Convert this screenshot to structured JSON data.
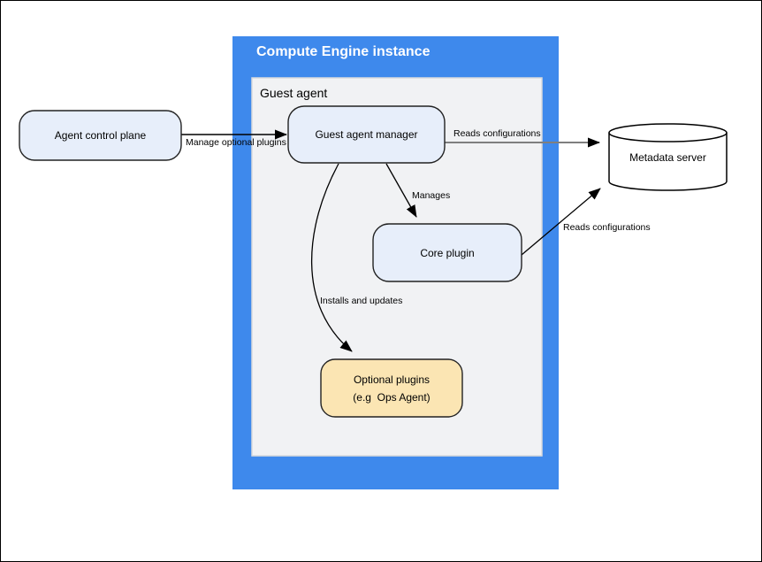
{
  "diagram": {
    "outer_container": {
      "label": "Compute Engine instance"
    },
    "inner_container": {
      "label": "Guest agent"
    },
    "nodes": {
      "agent_control_plane": {
        "label": "Agent control plane"
      },
      "guest_agent_manager": {
        "label": "Guest agent manager"
      },
      "core_plugin": {
        "label": "Core plugin"
      },
      "optional_plugins": {
        "label_line1": "Optional plugins",
        "label_line2": "(e.g  Ops Agent)"
      },
      "metadata_server": {
        "label": "Metadata server"
      }
    },
    "edges": {
      "manage_optional_plugins": {
        "label": "Manage optional plugins"
      },
      "reads_configurations_manager": {
        "label": "Reads configurations"
      },
      "manages": {
        "label": "Manages"
      },
      "installs_and_updates": {
        "label": "Installs and updates"
      },
      "reads_configurations_core": {
        "label": "Reads configurations"
      }
    },
    "colors": {
      "container_blue": "#3E89EC",
      "guest_agent_bg": "#F1F2F4",
      "guest_agent_border": "#D9DADC",
      "node_blue": "#E7EEFA",
      "node_yellow": "#FBE5B3",
      "node_white": "#FFFFFF",
      "node_border": "#222222",
      "edge_black": "#000000",
      "edge_gray": "#7F7F7F",
      "page_border": "#000000"
    }
  }
}
